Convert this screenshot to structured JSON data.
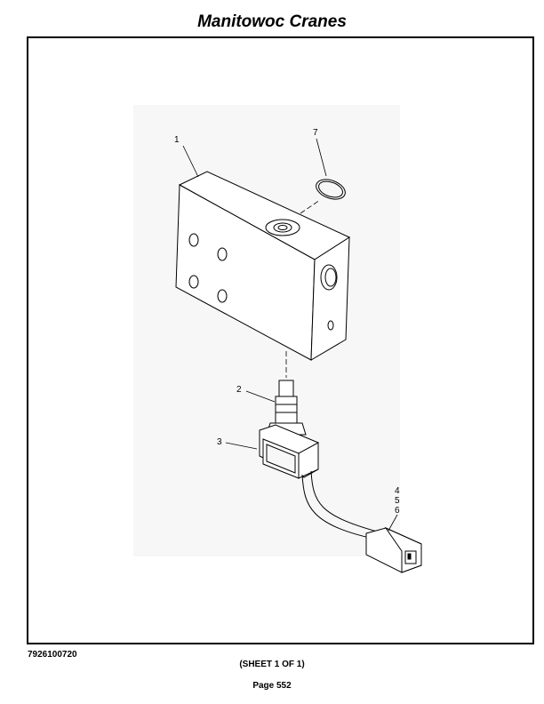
{
  "header": {
    "title": "Manitowoc Cranes"
  },
  "footer": {
    "doc_number": "7926100720",
    "sheet": "(SHEET 1 OF 1)",
    "page": "Page 552"
  },
  "callouts": {
    "part_1": "1",
    "part_2": "2",
    "part_3": "3",
    "part_4": "4",
    "part_5": "5",
    "part_6": "6",
    "part_7": "7"
  }
}
